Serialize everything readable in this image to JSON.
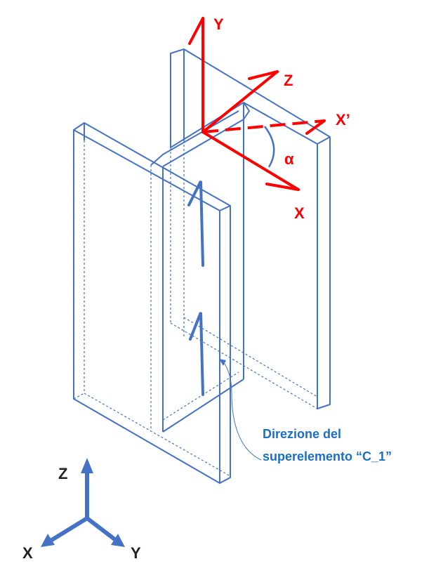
{
  "local_axes": {
    "y_label": "Y",
    "z_label": "Z",
    "x_prime_label": "X’",
    "x_label": "X",
    "alpha_label": "α"
  },
  "annotation": {
    "line1": "Direzione del",
    "line2": "superelemento “C_1”"
  },
  "global_axes": {
    "z_label": "Z",
    "x_label": "X",
    "y_label": "Y"
  },
  "colors": {
    "local_axes": "#ff0000",
    "structure": "#4472c4",
    "annotation": "#1a6fc4"
  }
}
